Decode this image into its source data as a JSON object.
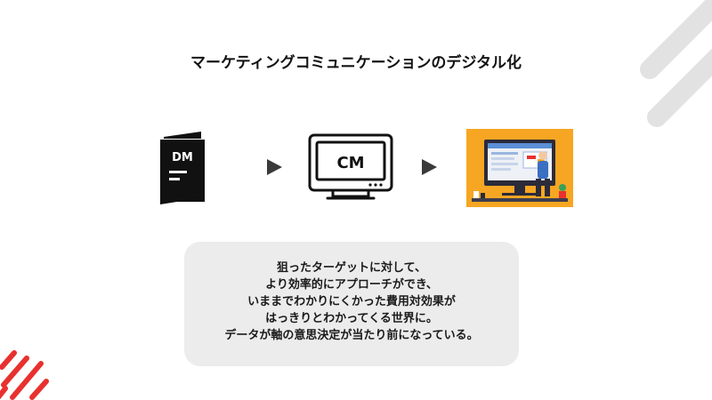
{
  "slide": {
    "title": "マーケティングコミュニケーションのデジタル化",
    "flow": {
      "dm_label": "DM",
      "cm_label": "CM"
    },
    "message_lines": [
      "狙ったターゲットに対して、",
      "より効率的にアプローチができ、",
      "いままでわかりにくかった費用対効果が",
      "はっきりとわかってくる世界に。",
      "データが軸の意思決定が当たり前になっている。"
    ],
    "icons": {
      "dm": "direct-mail-icon",
      "cm": "tv-commercial-icon",
      "digital": "digital-marketing-illustration",
      "arrow": "arrow-right-icon"
    },
    "colors": {
      "accent_red": "#e8312f",
      "deco_gray": "#e2e2e2",
      "box_bg": "#ececec",
      "digital_bg": "#f6a623",
      "icon_dark": "#111111"
    }
  }
}
